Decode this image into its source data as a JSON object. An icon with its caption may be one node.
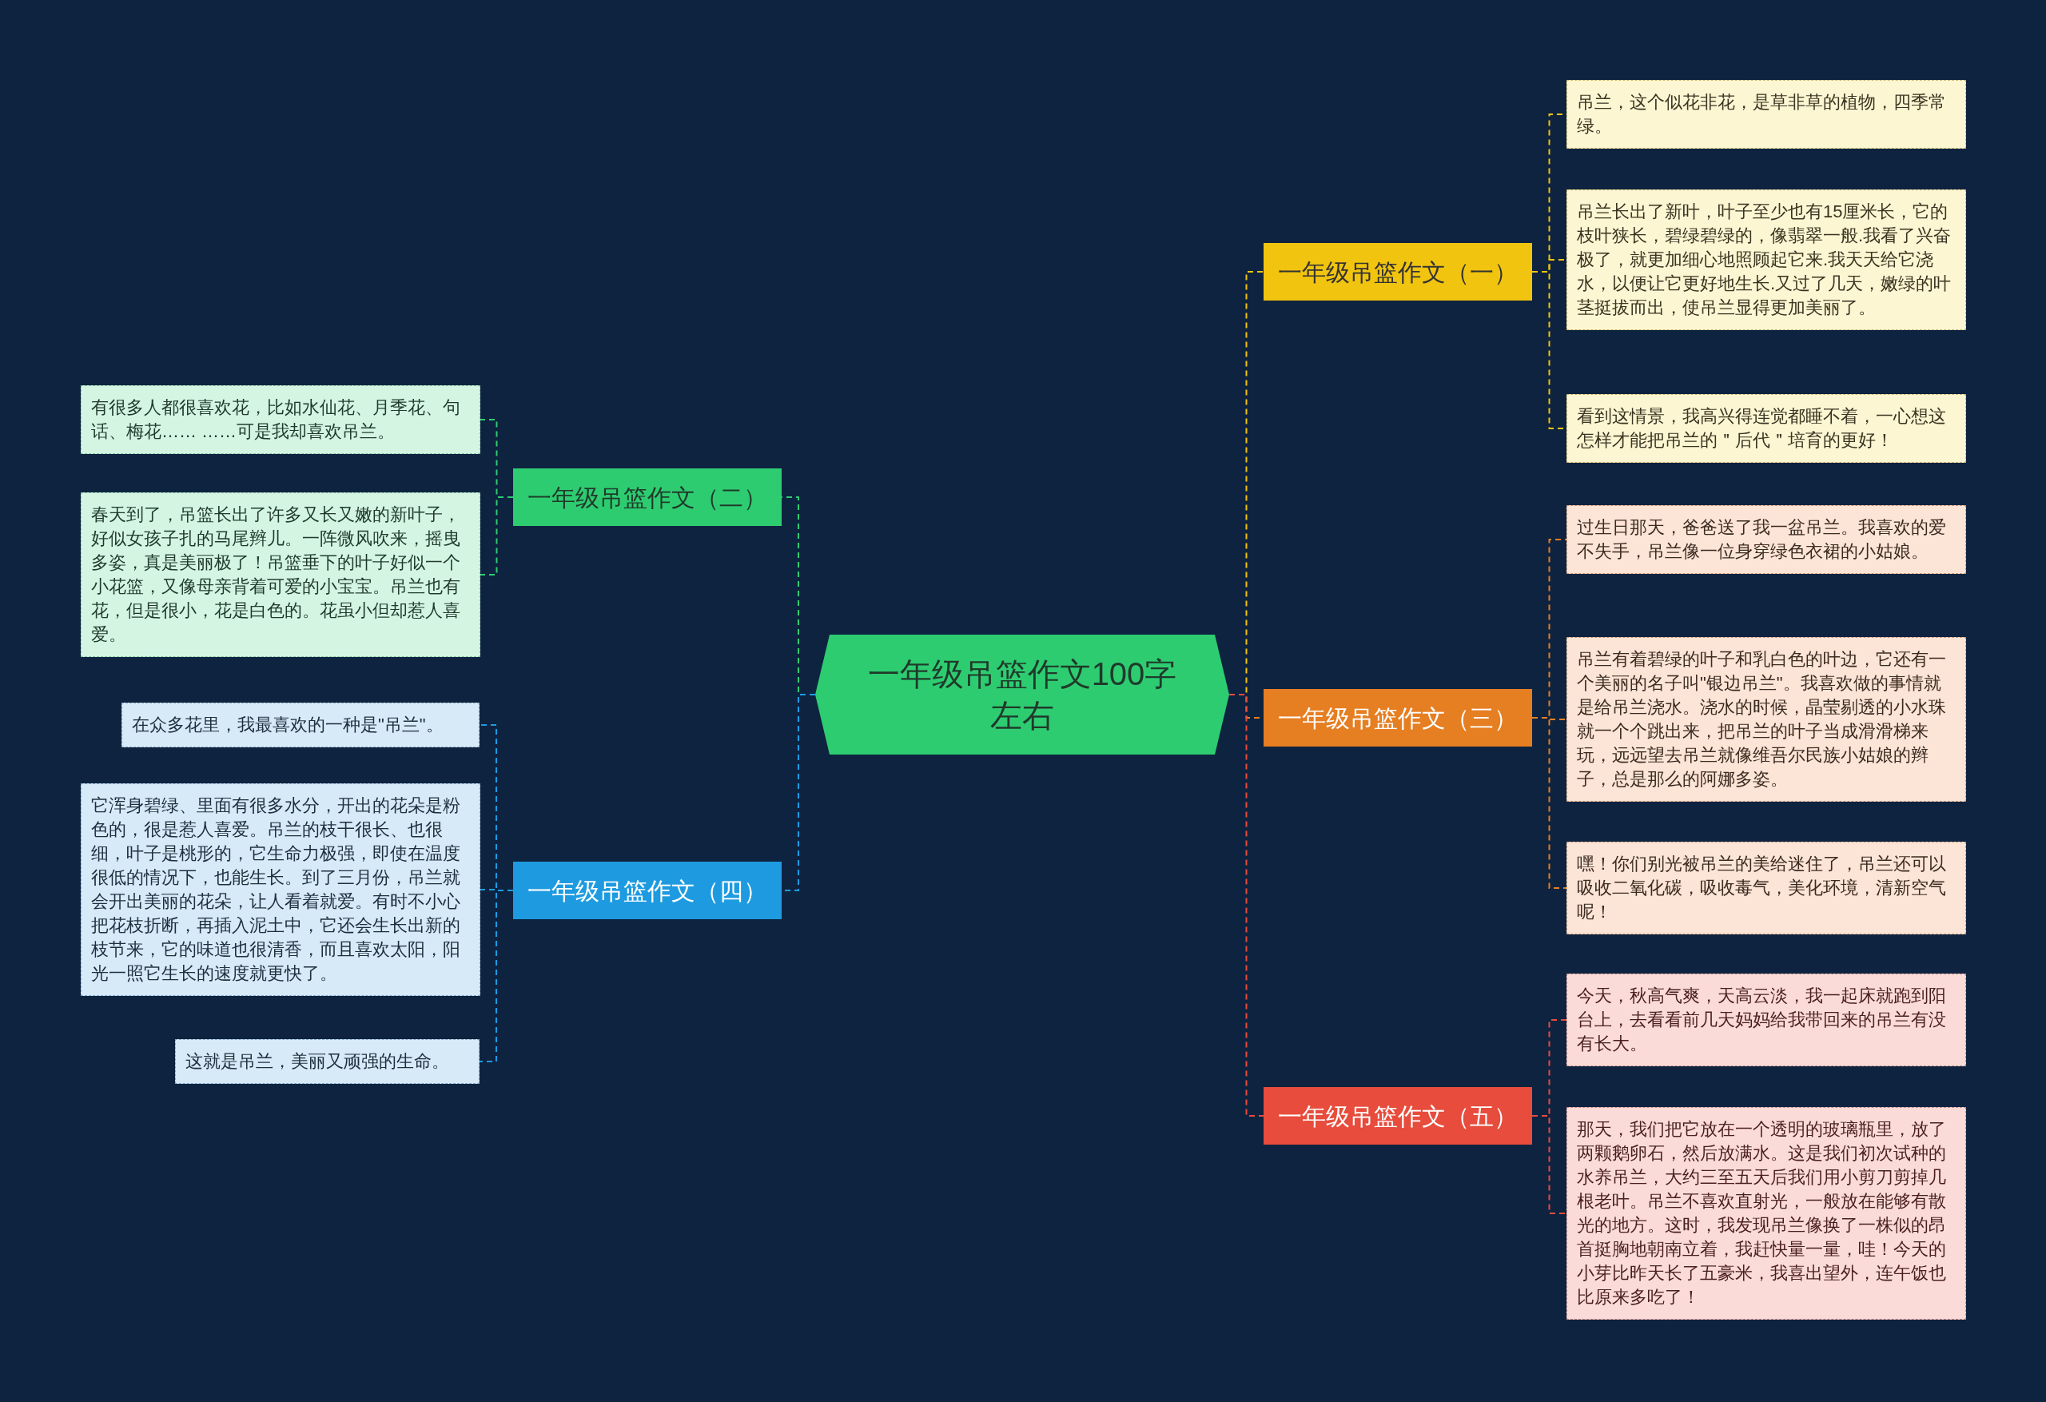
{
  "diagram": {
    "nodes": [
      {
        "text": [
          "一年级吊篮作文100字左右"
        ]
      },
      {
        "text": [
          "一年级吊篮作文（一）"
        ]
      },
      {
        "text": [
          "吊兰，这个似花非花，是草非草的植物，四季常绿。"
        ]
      },
      {
        "text": [
          "吊兰长出了新叶，叶子至少也有15厘米长，它的枝叶狭长，碧绿碧绿的，像翡翠一般.我看了兴奋极了，就更加细心地照顾起它来.我天天给它浇水，以便让它更好地生长.又过了几天，嫩绿的叶茎挺拔而出，使吊兰显得更加美丽了。"
        ]
      },
      {
        "text": [
          "看到这情景，我高兴得连觉都睡不着，一心想这怎样才能把吊兰的＂后代＂培育的更好！"
        ]
      },
      {
        "text": [
          "一年级吊篮作文（三）"
        ]
      },
      {
        "text": [
          "过生日那天，爸爸送了我一盆吊兰。我喜欢的爱不失手，吊兰像一位身穿绿色衣裙的小姑娘。"
        ]
      },
      {
        "text": [
          "吊兰有着碧绿的叶子和乳白色的叶边，它还有一个美丽的名子叫\"银边吊兰\"。我喜欢做的事情就是给吊兰浇水。浇水的时候，晶莹剔透的小水珠就一个个跳出来，把吊兰的叶子当成滑滑梯来玩，远远望去吊兰就像维吾尔民族小姑娘的辫子，总是那么的阿娜多姿。"
        ]
      },
      {
        "text": [
          "嘿！你们别光被吊兰的美给迷住了，吊兰还可以吸收二氧化碳，吸收毒气，美化环境，清新空气呢！"
        ]
      },
      {
        "text": [
          "一年级吊篮作文（五）"
        ]
      },
      {
        "text": [
          "今天，秋高气爽，天高云淡，我一起床就跑到阳台上，去看看前几天妈妈给我带回来的吊兰有没有长大。"
        ]
      },
      {
        "text": [
          "那天，我们把它放在一个透明的玻璃瓶里，放了两颗鹅卵石，然后放满水。这是我们初次试种的水养吊兰，大约三至五天后我们用小剪刀剪掉几根老叶。吊兰不喜欢直射光，一般放在能够有散光的地方。这时，我发现吊兰像换了一株似的昂首挺胸地朝南立着，我赶快量一量，哇！今天的小芽比昨天长了五豪米，我喜出望外，连午饭也比原来多吃了！"
        ]
      },
      {
        "text": [
          "一年级吊篮作文（二）"
        ]
      },
      {
        "text": [
          "有很多人都很喜欢花，比如水仙花、月季花、句话、梅花…… ……可是我却喜欢吊兰。"
        ]
      },
      {
        "text": [
          "春天到了，吊篮长出了许多又长又嫩的新叶子，好似女孩子扎的马尾辫儿。一阵微风吹来，摇曳多姿，真是美丽极了！吊篮垂下的叶子好似一个小花篮，又像母亲背着可爱的小宝宝。吊兰也有花，但是很小，花是白色的。花虽小但却惹人喜爱。"
        ]
      },
      {
        "text": [
          "一年级吊篮作文（四）"
        ]
      },
      {
        "text": [
          "在众多花里，我最喜欢的一种是\"吊兰\"。"
        ]
      },
      {
        "text": [
          "它浑身碧绿、里面有很多水分，开出的花朵是粉色的，很是惹人喜爱。吊兰的枝干很长、也很细，叶子是桃形的，它生命力极强，即使在温度很低的情况下，也能生长。到了三月份，吊兰就会开出美丽的花朵，让人看着就爱。有时不小心把花枝折断，再插入泥土中，它还会生长出新的枝节来，它的味道也很清香，而且喜欢太阳，阳光一照它生长的速度就更快了。"
        ]
      },
      {
        "text": [
          "这就是吊兰，美丽又顽强的生命。"
        ]
      }
    ],
    "edges": [
      {
        "from": 0,
        "to": 1,
        "arrow": "none",
        "style": "dashed",
        "color": "#f1c40f"
      },
      {
        "from": 1,
        "to": 2,
        "arrow": "none",
        "style": "dashed",
        "color": "#f1c40f"
      },
      {
        "from": 1,
        "to": 3,
        "arrow": "none",
        "style": "dashed",
        "color": "#f1c40f"
      },
      {
        "from": 1,
        "to": 4,
        "arrow": "none",
        "style": "dashed",
        "color": "#f1c40f"
      },
      {
        "from": 0,
        "to": 5,
        "arrow": "none",
        "style": "dashed",
        "color": "#e67e22"
      },
      {
        "from": 5,
        "to": 6,
        "arrow": "none",
        "style": "dashed",
        "color": "#e67e22"
      },
      {
        "from": 5,
        "to": 7,
        "arrow": "none",
        "style": "dashed",
        "color": "#e67e22"
      },
      {
        "from": 5,
        "to": 8,
        "arrow": "none",
        "style": "dashed",
        "color": "#e67e22"
      },
      {
        "from": 0,
        "to": 9,
        "arrow": "none",
        "style": "dashed",
        "color": "#e74c3c"
      },
      {
        "from": 9,
        "to": 10,
        "arrow": "none",
        "style": "dashed",
        "color": "#e74c3c"
      },
      {
        "from": 9,
        "to": 11,
        "arrow": "none",
        "style": "dashed",
        "color": "#e74c3c"
      },
      {
        "from": 0,
        "to": 12,
        "arrow": "none",
        "style": "dashed",
        "color": "#2ecc71"
      },
      {
        "from": 12,
        "to": 13,
        "arrow": "none",
        "style": "dashed",
        "color": "#2ecc71"
      },
      {
        "from": 12,
        "to": 14,
        "arrow": "none",
        "style": "dashed",
        "color": "#2ecc71"
      },
      {
        "from": 0,
        "to": 15,
        "arrow": "none",
        "style": "dashed",
        "color": "#1e9be0"
      },
      {
        "from": 15,
        "to": 16,
        "arrow": "none",
        "style": "dashed",
        "color": "#1e9be0"
      },
      {
        "from": 15,
        "to": 17,
        "arrow": "none",
        "style": "dashed",
        "color": "#1e9be0"
      },
      {
        "from": 15,
        "to": 18,
        "arrow": "none",
        "style": "dashed",
        "color": "#1e9be0"
      }
    ]
  }
}
